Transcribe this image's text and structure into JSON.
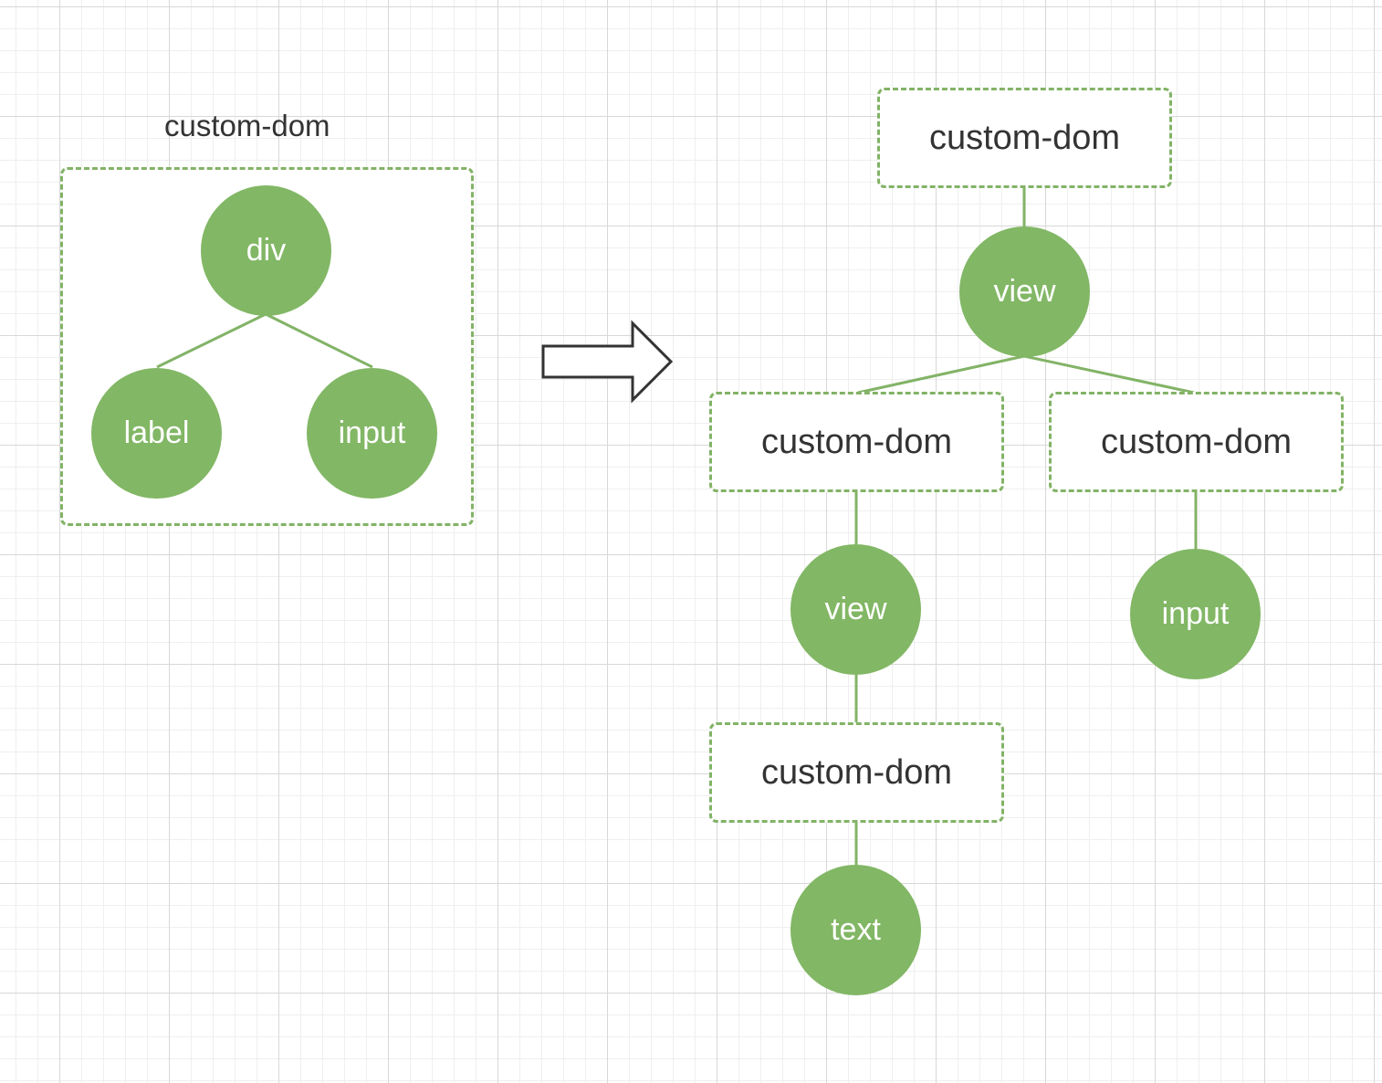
{
  "colors": {
    "node_fill": "#82b765",
    "border": "#82b366",
    "edge": "#82b366",
    "text": "#333333",
    "node_text": "#ffffff"
  },
  "left": {
    "group_label": "custom-dom",
    "nodes": {
      "div": "div",
      "label": "label",
      "input": "input"
    }
  },
  "right": {
    "root_box": "custom-dom",
    "view_top": "view",
    "box_left": "custom-dom",
    "box_right": "custom-dom",
    "view_mid": "view",
    "input": "input",
    "box_bottom": "custom-dom",
    "text": "text"
  }
}
